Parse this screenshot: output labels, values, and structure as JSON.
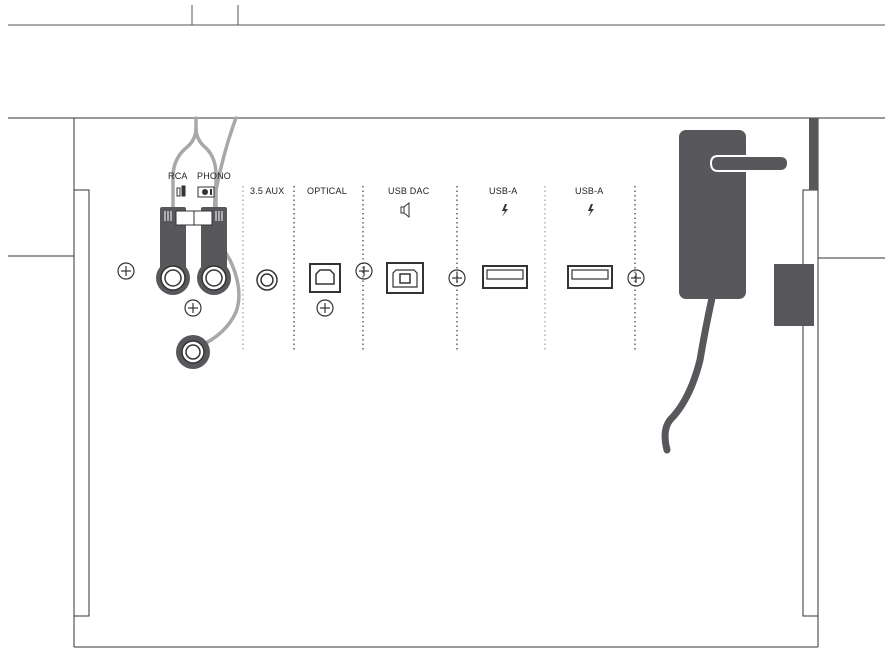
{
  "labels": {
    "rca": "RCA",
    "phono": "PHONO",
    "aux": "3.5 AUX",
    "optical": "OPTICAL",
    "usb_dac": "USB DAC",
    "usb_a_1": "USB-A",
    "usb_a_2": "USB-A"
  },
  "colors": {
    "line": "#333333",
    "cable_gray": "#a8a8a8",
    "plug_dark": "#58575b",
    "port_fill": "#ffffff"
  },
  "icons": {
    "rca_symbol": "rca-plug-icon",
    "phono_symbol": "phono-switch-icon",
    "usb_dac_symbol": "speaker-icon",
    "usb_a_symbol": "lightning-bolt-icon",
    "screw": "screw-icon",
    "power_adapter": "power-adapter-icon"
  }
}
